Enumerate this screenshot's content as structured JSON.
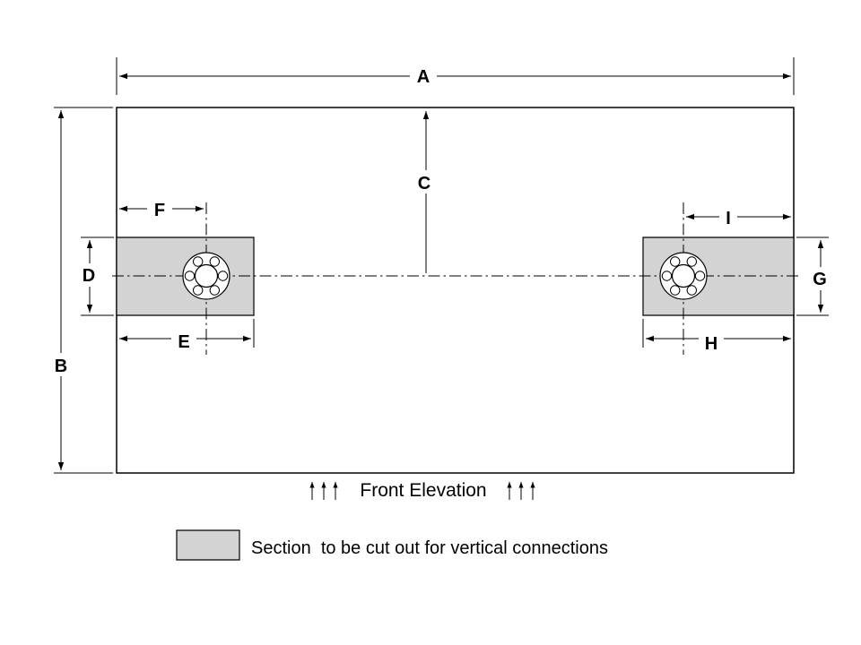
{
  "diagram": {
    "caption": "Front Elevation",
    "legend_text": "Section  to be cut out for vertical connections",
    "dimension_labels": {
      "A": "A",
      "B": "B",
      "C": "C",
      "D": "D",
      "E": "E",
      "F": "F",
      "G": "G",
      "H": "H",
      "I": "I"
    },
    "colors": {
      "cutout_fill": "#d3d3d3",
      "line": "#000000",
      "background": "#ffffff"
    }
  }
}
